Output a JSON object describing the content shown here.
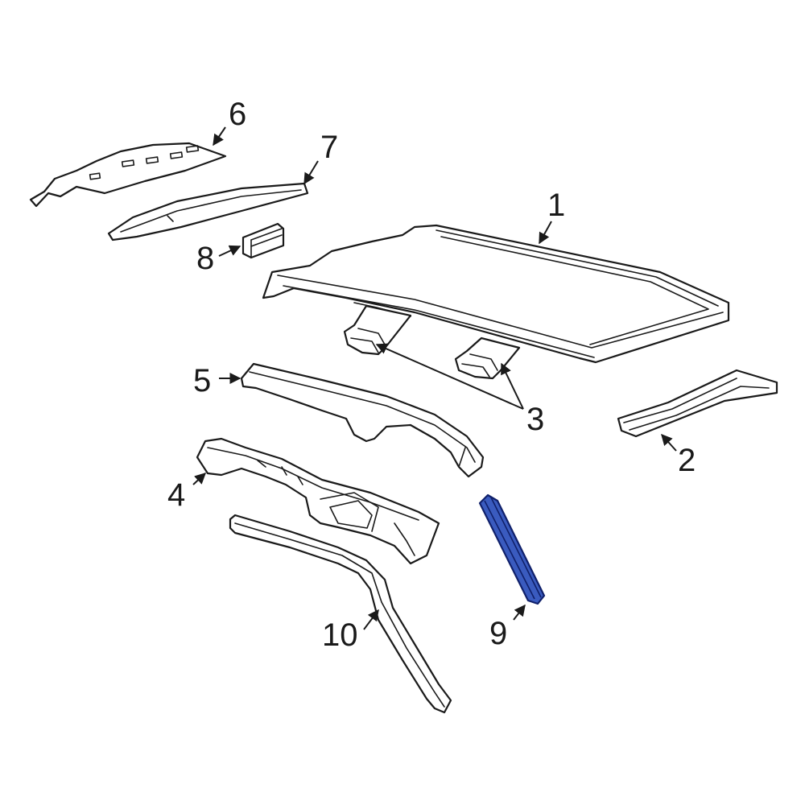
{
  "diagram": {
    "callouts": [
      {
        "id": "1",
        "label": "1"
      },
      {
        "id": "2",
        "label": "2"
      },
      {
        "id": "3",
        "label": "3"
      },
      {
        "id": "4",
        "label": "4"
      },
      {
        "id": "5",
        "label": "5"
      },
      {
        "id": "6",
        "label": "6"
      },
      {
        "id": "7",
        "label": "7"
      },
      {
        "id": "8",
        "label": "8"
      },
      {
        "id": "9",
        "label": "9"
      },
      {
        "id": "10",
        "label": "10"
      }
    ],
    "highlight_part": "9",
    "colors": {
      "line": "#1a1a1a",
      "highlight_fill": "#3a5bbf",
      "highlight_stroke": "#10206a",
      "background": "#ffffff"
    }
  }
}
